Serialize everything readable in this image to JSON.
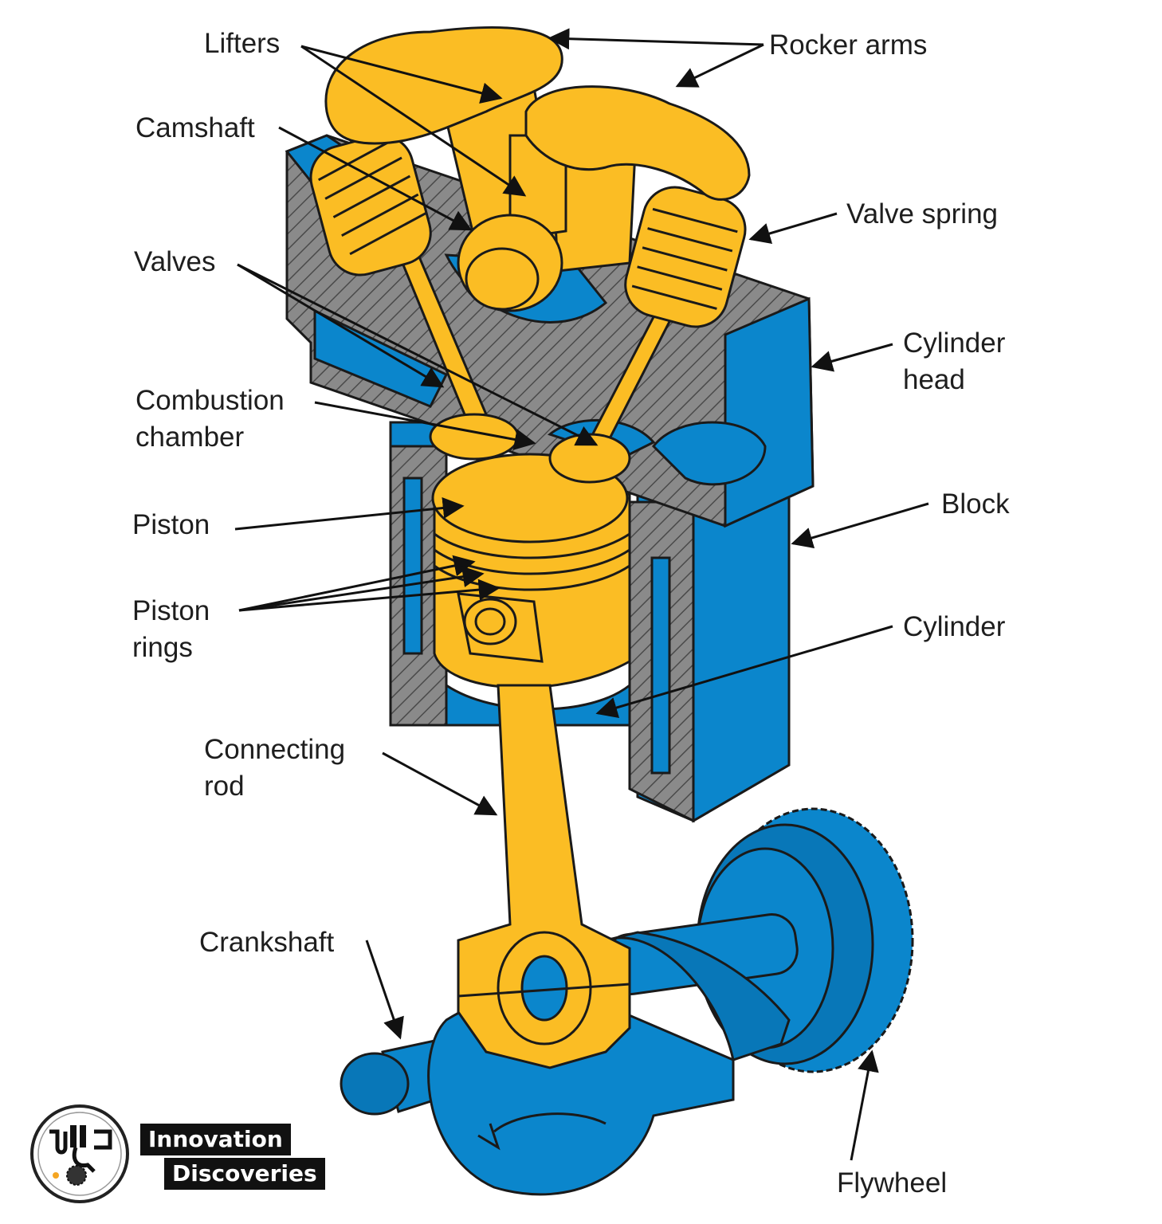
{
  "diagram": {
    "labels": {
      "lifters": "Lifters",
      "rocker_arms": "Rocker arms",
      "camshaft": "Camshaft",
      "valve_spring": "Valve spring",
      "valves": "Valves",
      "cylinder_head": [
        "Cylinder",
        "head"
      ],
      "combustion_chamber": [
        "Combustion",
        "chamber"
      ],
      "block": "Block",
      "piston": "Piston",
      "piston_rings": [
        "Piston",
        "rings"
      ],
      "cylinder": "Cylinder",
      "connecting_rod": [
        "Connecting",
        "rod"
      ],
      "crankshaft": "Crankshaft",
      "flywheel": "Flywheel"
    },
    "colors": {
      "engine_blue": "#0b86cc",
      "part_yellow": "#fbbd24",
      "section_gray": "#8a8a8a",
      "outline": "#1a1a1a"
    }
  },
  "branding": {
    "line1": "Innovation",
    "line2": "Discoveries",
    "logo_icon": "gear-logo-icon"
  }
}
